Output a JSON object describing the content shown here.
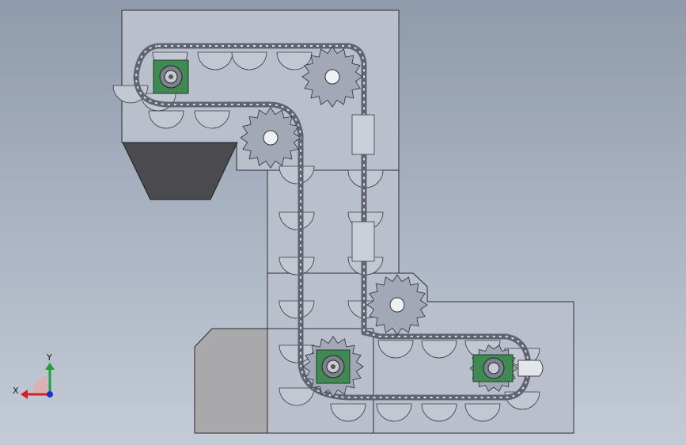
{
  "view": {
    "type": "cad-3d-viewport",
    "background_top": "#8f9aab",
    "background_bottom": "#c3cbd6"
  },
  "model": {
    "description_type": "bucket elevator conveyor assembly",
    "housing_color": "#b9c0cc",
    "hopper_color": "#4b4a4e",
    "motor_block_color": "#a9a9ab",
    "bearing_color": "#3f8a52",
    "sprocket_color": "#a3a8b7",
    "chain_color": "#6e7380"
  },
  "triad": {
    "x_label": "X",
    "y_label": "Y",
    "x_color": "#d42020",
    "y_color": "#1ea03a",
    "z_color": "#2030d0"
  }
}
